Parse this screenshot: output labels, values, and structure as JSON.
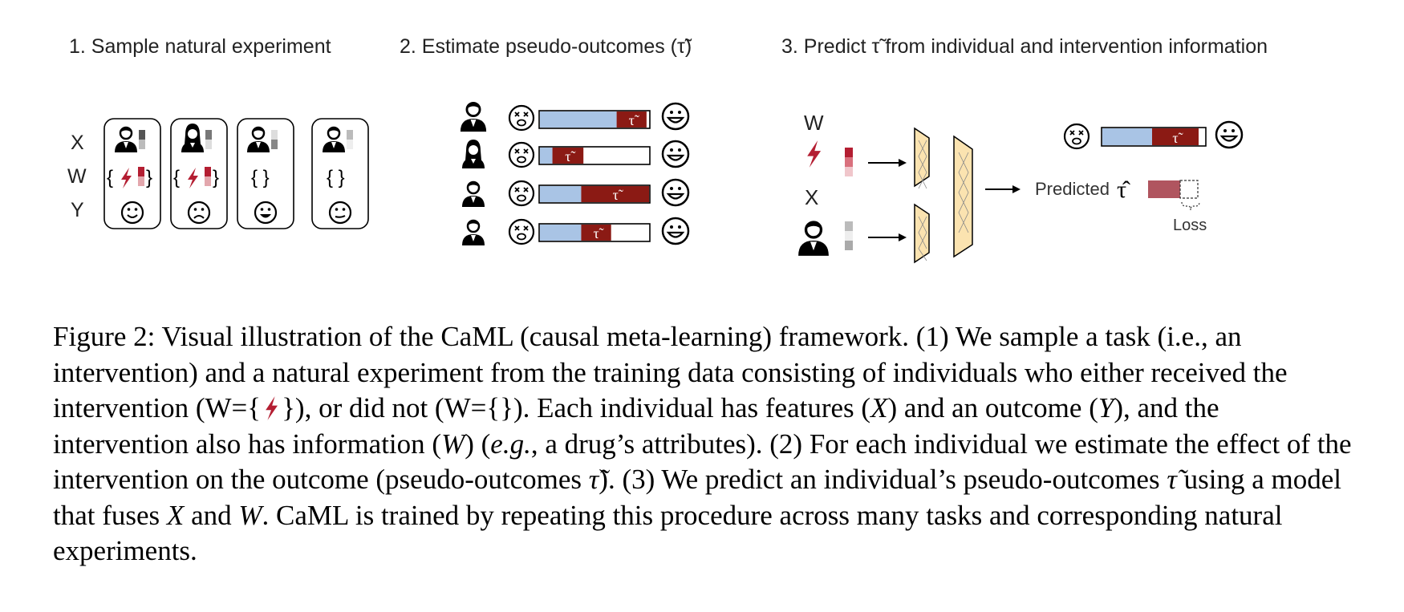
{
  "figure": {
    "step1": {
      "title": "1. Sample natural experiment",
      "labels": {
        "x": "X",
        "w": "W",
        "y": "Y"
      }
    },
    "step2": {
      "title": "2. Estimate pseudo-outcomes (τ̃)",
      "bar_label": "τ̃",
      "bars": [
        {
          "blue": 0.7,
          "red_start": 0.7,
          "red_end": 0.97
        },
        {
          "blue": 0.12,
          "red_start": 0.12,
          "red_end": 0.4
        },
        {
          "blue": 0.38,
          "red_start": 0.38,
          "red_end": 1.0
        },
        {
          "blue": 0.38,
          "red_start": 0.38,
          "red_end": 0.65
        }
      ]
    },
    "step3": {
      "title": "3. Predict τ̃ from individual and intervention information",
      "label_w": "W",
      "label_x": "X",
      "predicted": "Predicted",
      "tau_hat": "τ̂",
      "loss": "Loss",
      "bar_label": "τ̃"
    }
  },
  "caption": {
    "text_before": "Figure 2: Visual illustration of the CaML (causal meta-learning) framework. (1) We sample a task (i.e., an intervention) and a natural experiment from the training data consisting of individuals who either received the intervention (W={",
    "text_mid": "}), or did not (W={}). Each individual has features (",
    "x": "X",
    "t1": ") and an outcome (",
    "y": "Y",
    "t2": "), and the intervention also has information (",
    "w": "W",
    "t3": ") (",
    "eg": "e.g.",
    "t4": ", a drug’s attributes). (2) For each individual we estimate the effect of the intervention on the outcome (pseudo-outcomes ",
    "tau1": "τ̃",
    "t5": "). (3) We predict an individual’s pseudo-outcomes ",
    "tau2": "τ̃",
    "t6": " using a model that fuses ",
    "x2": "X",
    "t7": " and ",
    "w2": "W",
    "t8": ". CaML is trained by repeating this procedure across many tasks and corresponding natural experiments."
  }
}
